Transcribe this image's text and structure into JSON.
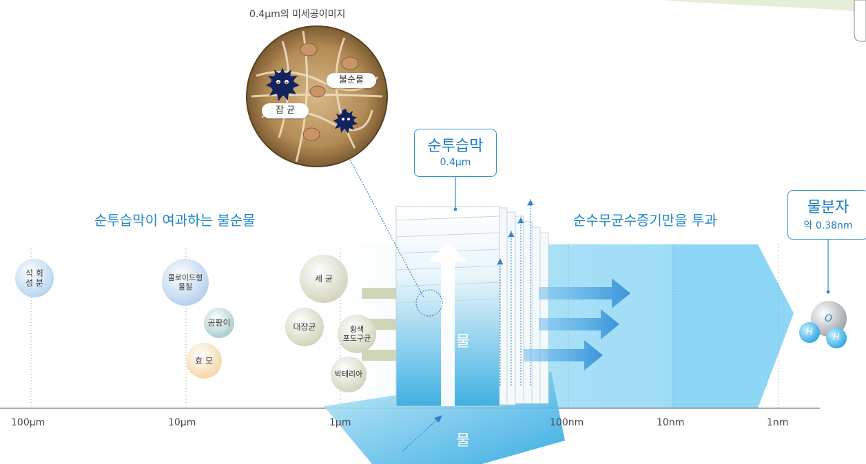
{
  "micro_caption": "0.4μm의 미세공이미지",
  "micro_labels": {
    "impurity": "불순물",
    "bacteria": "잡 균"
  },
  "membrane": {
    "name": "순투습막",
    "size": "0.4μm"
  },
  "left_heading": "순투습막이 여과하는 불순물",
  "right_heading": "순수무균수증기만을 투과",
  "water_molecule": {
    "name": "물분자",
    "size": "약 0.38nm",
    "atoms": [
      "O",
      "H",
      "H"
    ]
  },
  "water_labels": {
    "inside": "물",
    "below": "물"
  },
  "particles": [
    {
      "label": "석 회\n성 분"
    },
    {
      "label": "콜로이드형\n물질"
    },
    {
      "label": "곰팡이"
    },
    {
      "label": "효 모"
    },
    {
      "label": "세 균"
    },
    {
      "label": "대장균"
    },
    {
      "label": "황색\n포도구균"
    },
    {
      "label": "박테리아"
    }
  ],
  "scale_ticks": [
    "100μm",
    "10μm",
    "1μm",
    "100nm",
    "10nm",
    "1nm"
  ],
  "colors": {
    "accent": "#2d8fd0",
    "water": "#8fd3f3",
    "arrow": "#4aa6e0"
  }
}
